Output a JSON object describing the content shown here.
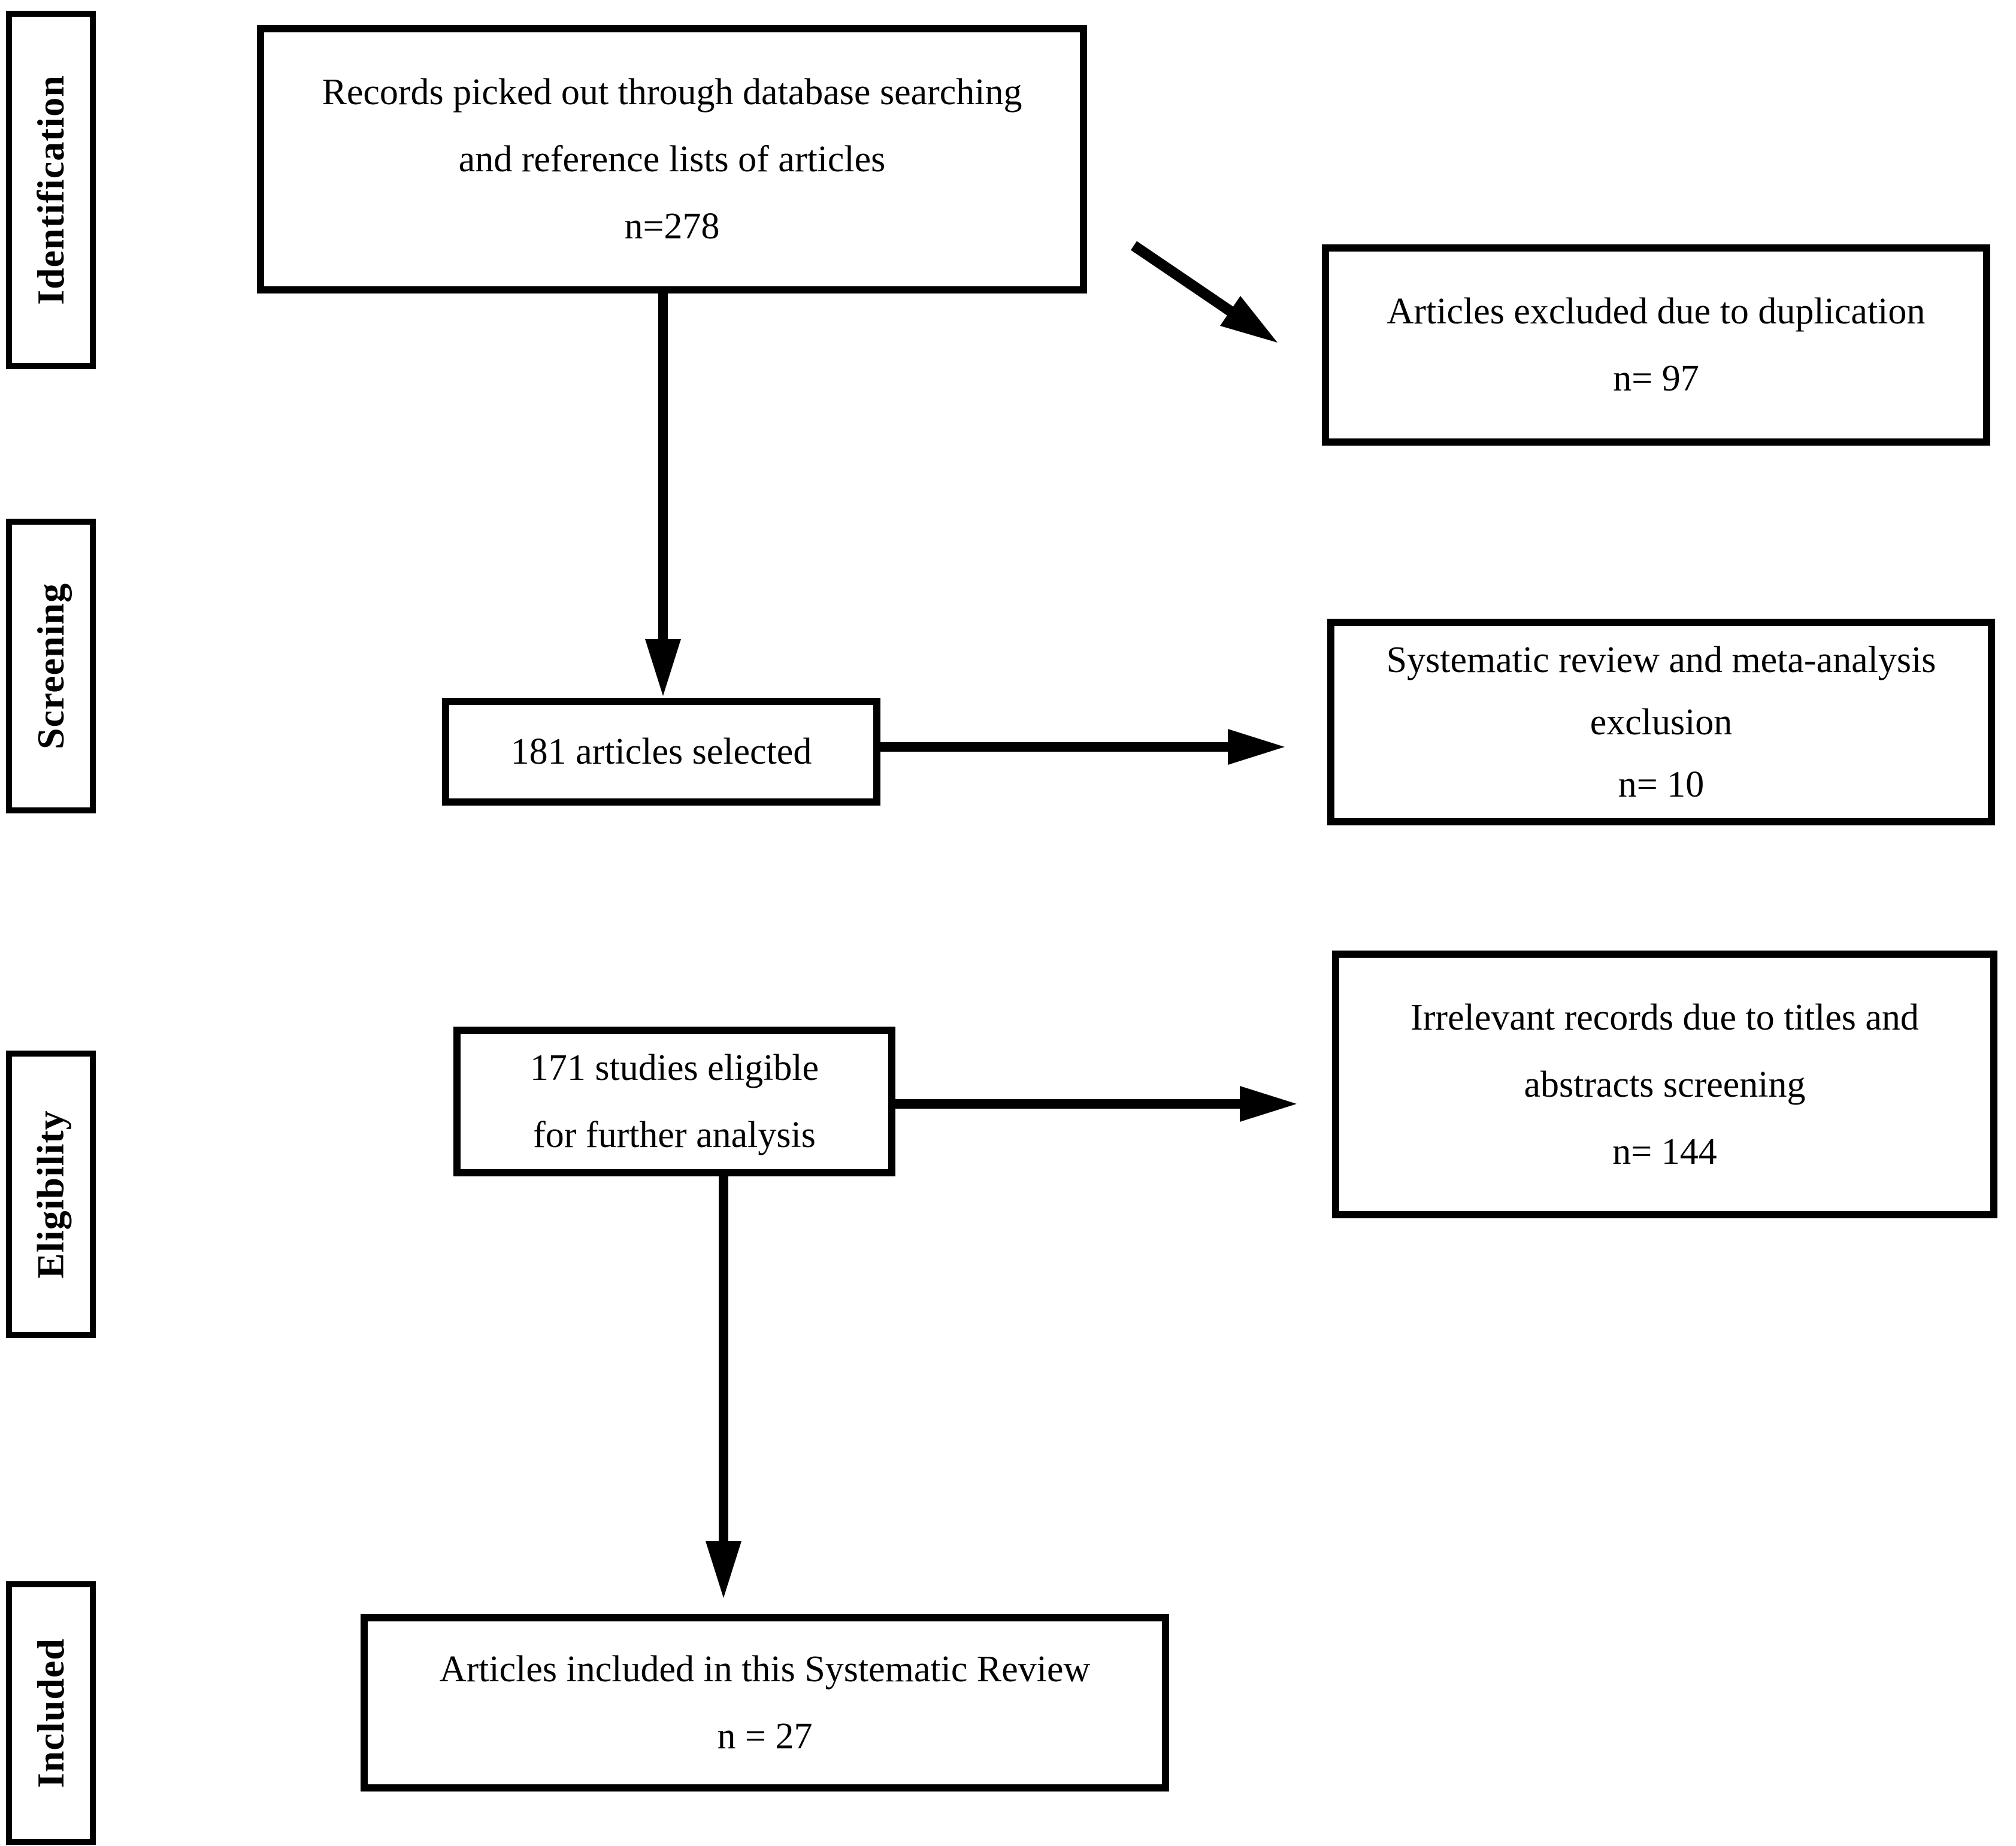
{
  "figure": {
    "colors": {
      "ink": "#000000",
      "background": "#ffffff"
    },
    "stages": [
      {
        "id": "identification",
        "label": "Identification"
      },
      {
        "id": "screening",
        "label": "Screening"
      },
      {
        "id": "eligibility",
        "label": "Eligibility"
      },
      {
        "id": "included",
        "label": "Included"
      }
    ],
    "boxes": {
      "records": {
        "lines": [
          "Records picked out through database searching",
          "and reference lists of articles",
          "n=278"
        ]
      },
      "selected": {
        "lines": [
          "181 articles selected"
        ]
      },
      "eligible": {
        "lines": [
          "171 studies eligible",
          "for further analysis"
        ]
      },
      "included": {
        "lines": [
          "Articles included in this Systematic Review",
          "n = 27"
        ]
      },
      "duplication": {
        "lines": [
          "Articles excluded due to duplication",
          "n= 97"
        ]
      },
      "sysrev": {
        "lines": [
          "Systematic review and meta-analysis",
          "exclusion",
          "n= 10"
        ]
      },
      "irrelevant": {
        "lines": [
          "Irrelevant records due to titles and",
          "abstracts screening",
          "n= 144"
        ]
      }
    }
  }
}
